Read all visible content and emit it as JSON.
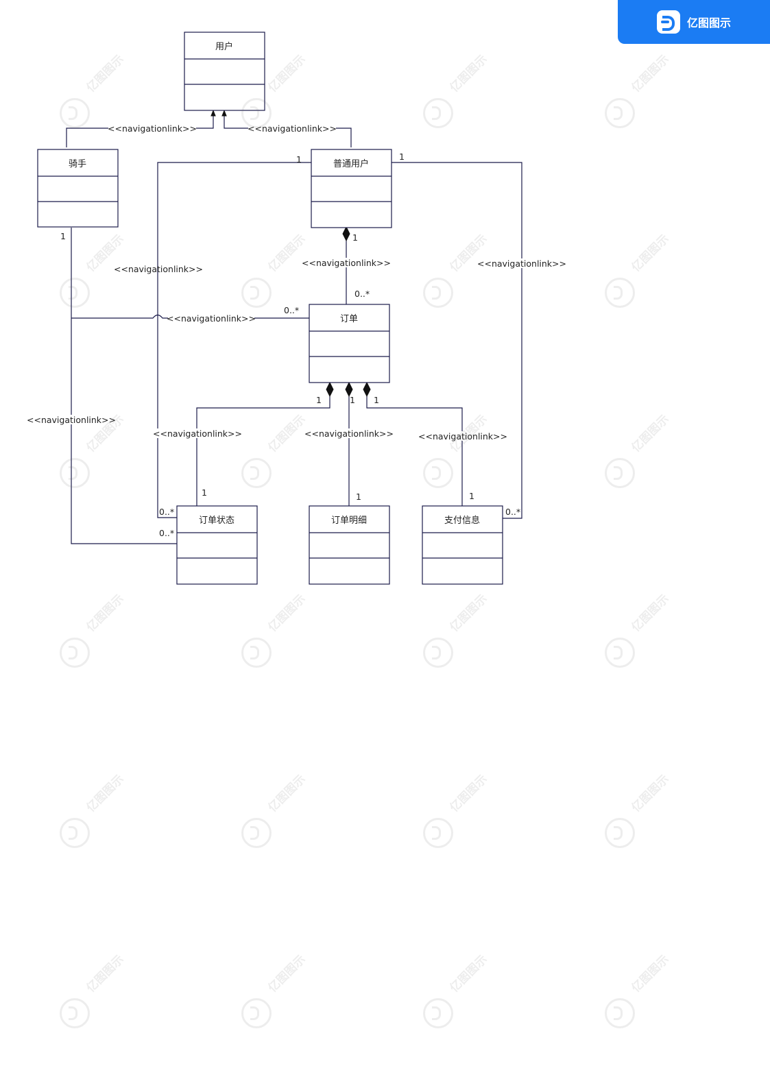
{
  "brand": {
    "name": "亿图图示",
    "color": "#1b7cf3"
  },
  "watermark_text": "亿图图示",
  "style": {
    "line_color": "#1a1a4a",
    "text_color": "#222222"
  },
  "classes": {
    "user": {
      "name": "用户"
    },
    "rider": {
      "name": "骑手"
    },
    "normal_user": {
      "name": "普通用户"
    },
    "order": {
      "name": "订单"
    },
    "order_status": {
      "name": "订单状态"
    },
    "order_detail": {
      "name": "订单明细"
    },
    "payment_info": {
      "name": "支付信息"
    }
  },
  "relations": {
    "rider_to_user": {
      "stereotype": "<<navigationlink>>"
    },
    "normal_user_to_user": {
      "stereotype": "<<navigationlink>>"
    },
    "normal_user_left": {
      "stereotype": "<<navigationlink>>",
      "mult_user": "1",
      "mult_status": "0..*"
    },
    "normal_user_right": {
      "stereotype": "<<navigationlink>>",
      "mult_user": "1",
      "mult_payment": "0..*"
    },
    "normal_user_order": {
      "stereotype": "<<navigationlink>>",
      "mult_user": "1",
      "mult_order": "0..*"
    },
    "rider_order": {
      "stereotype": "<<navigationlink>>",
      "mult_order": "0..*"
    },
    "rider_status": {
      "stereotype": "<<navigationlink>>",
      "mult_rider": "1",
      "mult_status": "0..*"
    },
    "order_status": {
      "stereotype": "<<navigationlink>>",
      "mult_order": "1",
      "mult_status": "1"
    },
    "order_detail": {
      "stereotype": "<<navigationlink>>",
      "mult_order": "1",
      "mult_detail": "1"
    },
    "order_payment": {
      "stereotype": "<<navigationlink>>",
      "mult_order": "1",
      "mult_payment": "1"
    }
  }
}
